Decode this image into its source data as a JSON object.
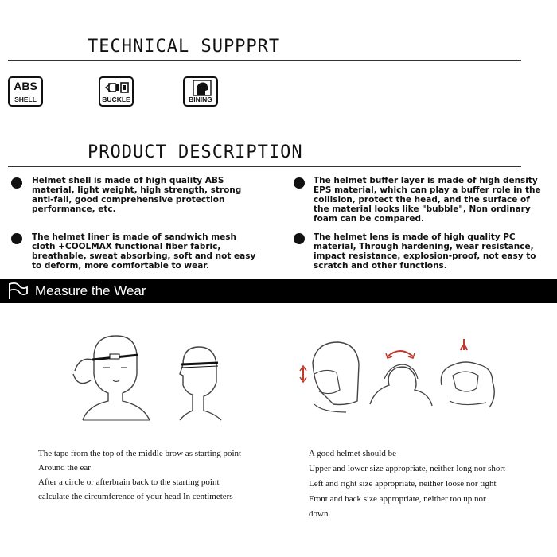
{
  "technical": {
    "title": "TECHNICAL SUPPPRT",
    "badges": [
      {
        "top": "ABS",
        "label": "SHELL",
        "icon": "abs-text"
      },
      {
        "label": "BUCKLE",
        "icon": "buckle-icon"
      },
      {
        "label": "BINING",
        "icon": "head-icon"
      }
    ]
  },
  "product": {
    "title": "PRODUCT DESCRIPTION",
    "items": [
      {
        "lines": [
          "Helmet shell is made of high quality ABS",
          "material, light weight, high strength, strong",
          "anti-fall, good comprehensive protection",
          "performance, etc."
        ]
      },
      {
        "lines": [
          "The helmet buffer layer is made of high density",
          "EPS material, which can play a buffer role in the",
          "collision, protect the head, and the surface of",
          "the material looks like \"bubble\",  Non ordinary",
          "foam can be compared."
        ]
      },
      {
        "lines": [
          "The helmet liner is made of sandwich mesh",
          "cloth +COOLMAX functional fiber fabric,",
          "breathable, sweat absorbing, soft and not easy",
          "to deform, more comfortable to wear."
        ]
      },
      {
        "lines": [
          "The helmet lens is made of high quality PC",
          "material, Through hardening, wear resistance,",
          "impact resistance, explosion-proof, not easy to",
          "scratch and other functions."
        ]
      }
    ]
  },
  "measure": {
    "banner": "Measure the Wear",
    "steps": [
      "The tape from the top of the middle brow as starting point",
      "Around the ear",
      "After a circle or afterbrain back to the starting point",
      "calculate the circumference of your head In centimeters"
    ],
    "good_lines": [
      "A good helmet should be",
      "Upper and lower size appropriate, neither long nor short",
      "Left and right size appropriate, neither loose nor tight",
      "Front and back size appropriate, neither too up nor",
      "down."
    ]
  },
  "colors": {
    "arrow": "#c0392b",
    "banner": "#000000"
  }
}
